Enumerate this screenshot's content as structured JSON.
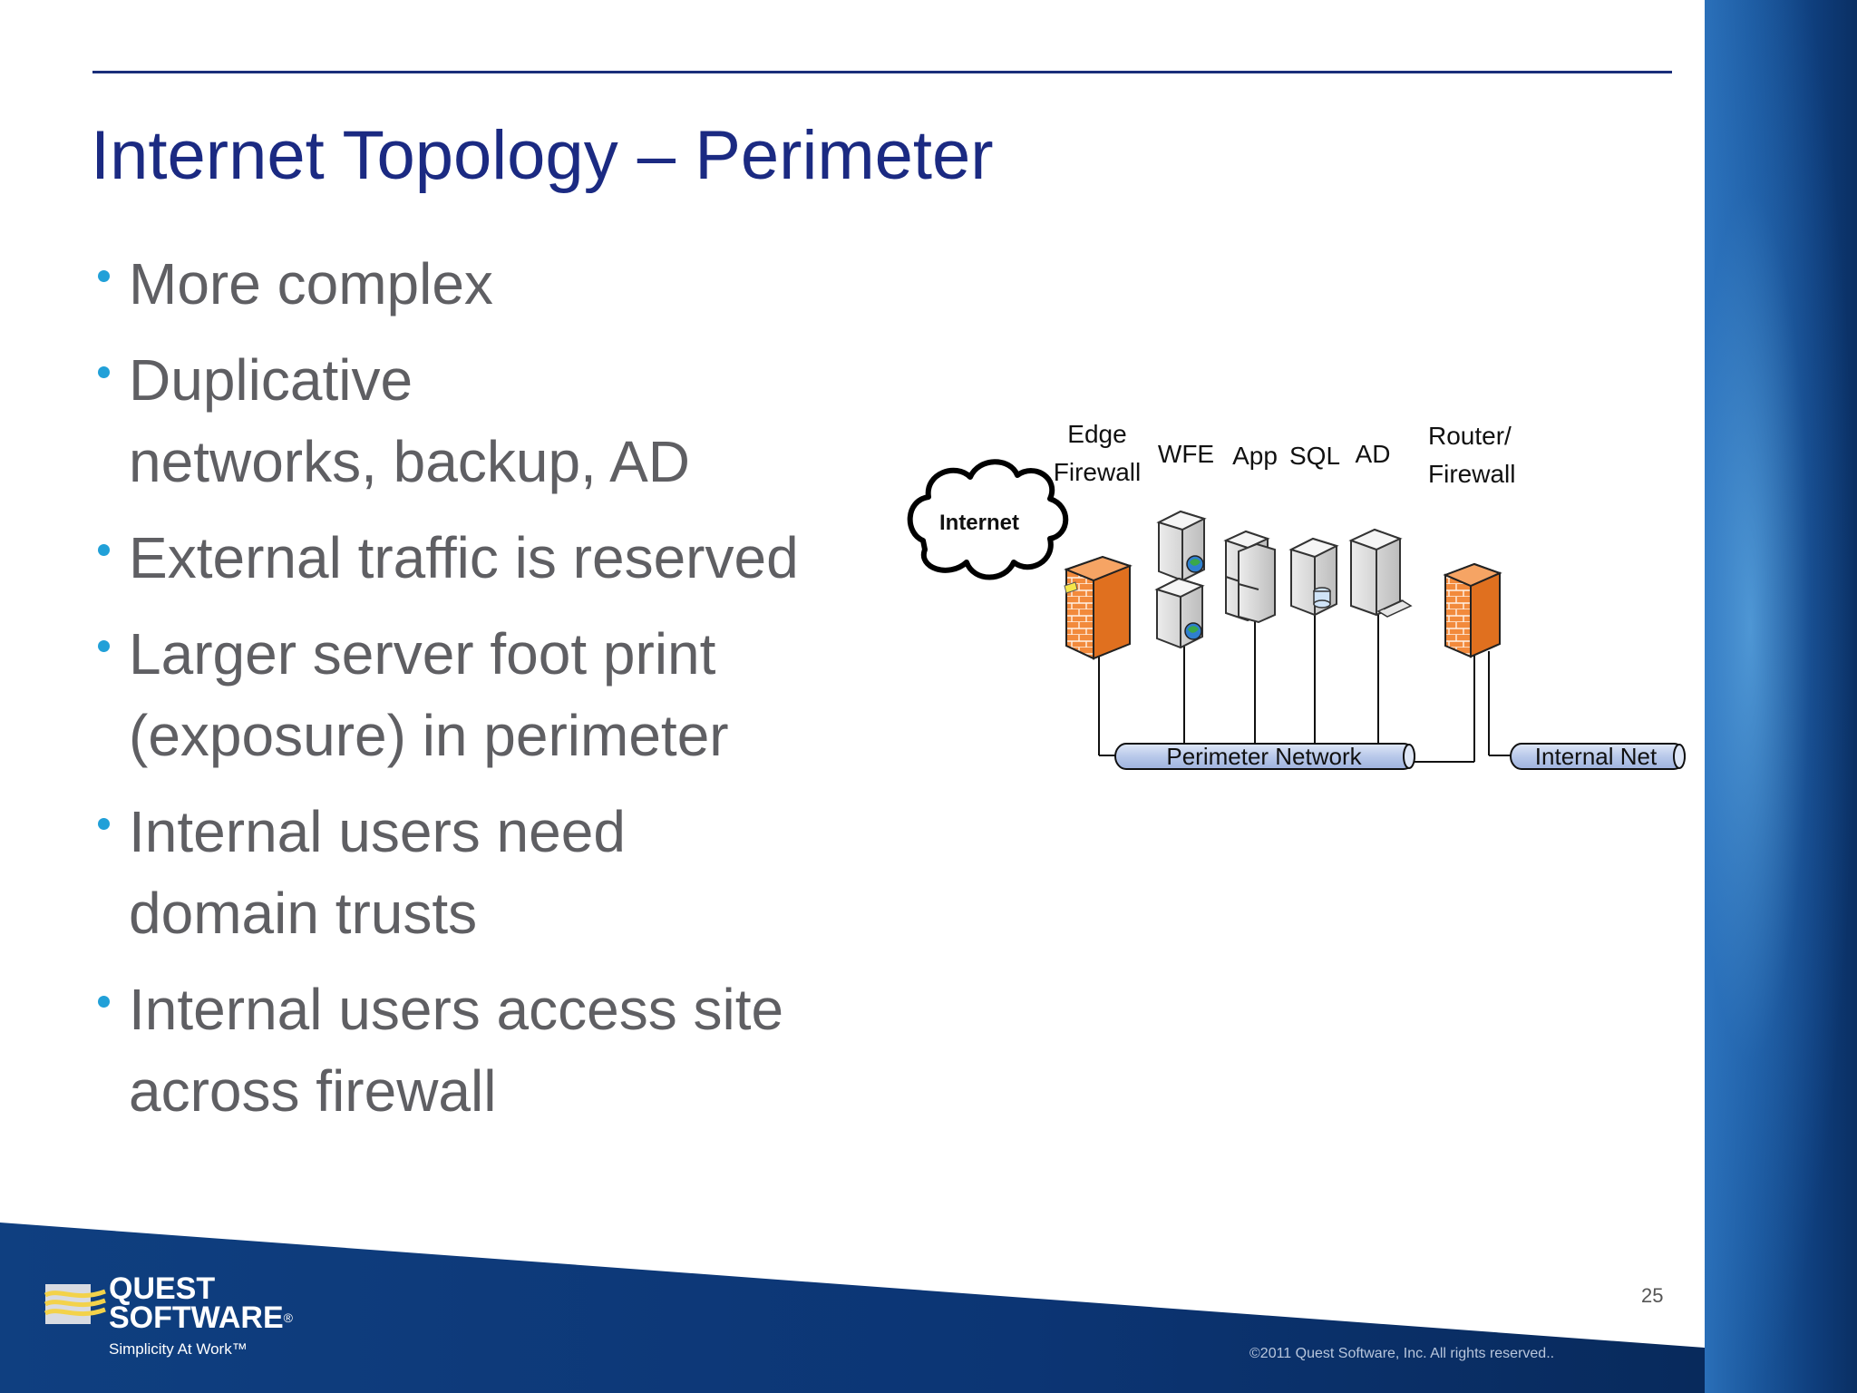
{
  "title": "Internet Topology – Perimeter",
  "bullets": [
    {
      "lines": [
        "More complex"
      ]
    },
    {
      "lines": [
        "Duplicative",
        "networks, backup, AD"
      ]
    },
    {
      "lines": [
        "External traffic is reserved"
      ]
    },
    {
      "lines": [
        "Larger server foot print",
        "(exposure) in perimeter"
      ]
    },
    {
      "lines": [
        "Internal users need",
        "domain trusts"
      ]
    },
    {
      "lines": [
        "Internal users access site",
        "across firewall"
      ]
    }
  ],
  "diagram": {
    "internet": "Internet",
    "edge_firewall": {
      "line1": "Edge",
      "line2": "Firewall"
    },
    "wfe": "WFE",
    "app": "App",
    "sql": "SQL",
    "ad": "AD",
    "router_firewall": {
      "line1": "Router/",
      "line2": "Firewall"
    },
    "perimeter_network": "Perimeter Network",
    "internal_network": "Internal Net"
  },
  "footer": {
    "page_number": "25",
    "copyright": "©2011 Quest Software, Inc. All rights reserved..",
    "logo_line1": "QUEST",
    "logo_line2": "SOFTWARE",
    "logo_reg": "®",
    "tagline": "Simplicity At Work™"
  },
  "colors": {
    "title": "#1b2a82",
    "bullet_text": "#5f5f63",
    "bullet_dot": "#21a0d8",
    "firewall": "#f08030",
    "network_bar": "#b9c9ea"
  }
}
